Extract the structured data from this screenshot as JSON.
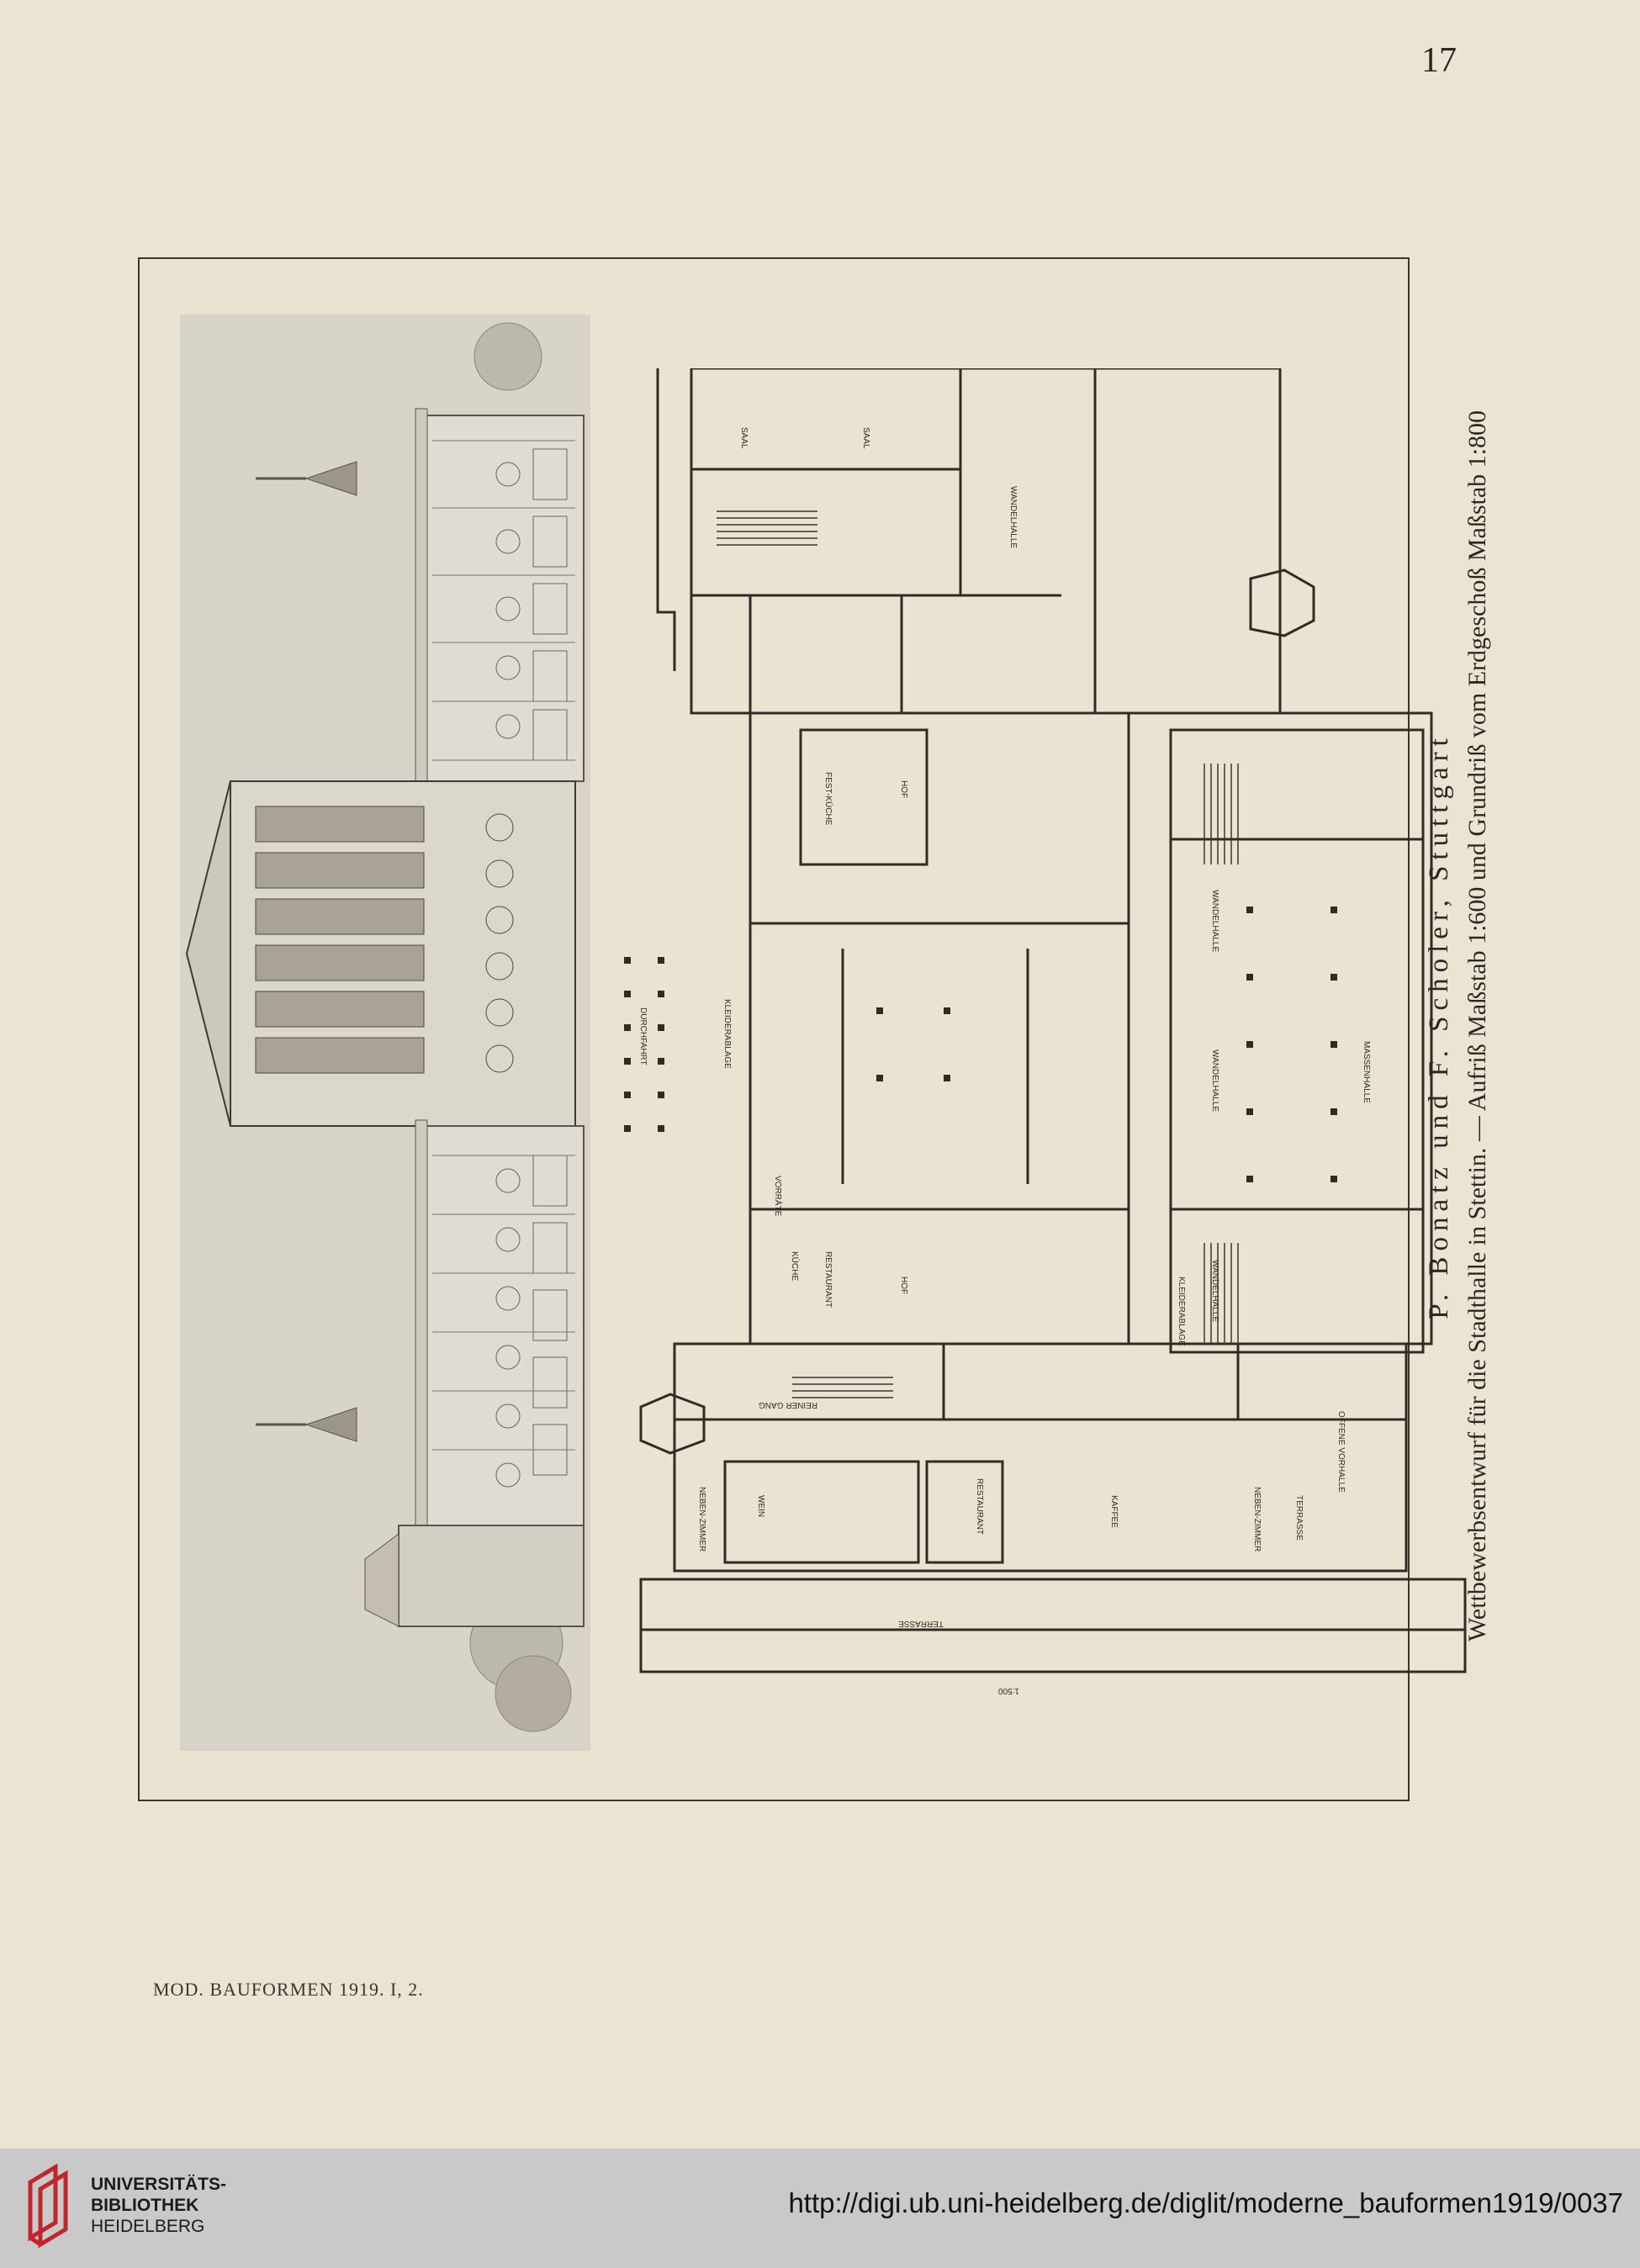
{
  "page": {
    "number": "17",
    "footer_ref": "MOD. BAUFORMEN 1919. I, 2."
  },
  "caption": {
    "title": "P. Bonatz und F. Scholer, Stuttgart",
    "subtitle": "Wettbewerbsentwurf für die Stadthalle in Stettin. — Aufriß Maßstab 1:600 und Grundriß vom Erdgeschoß Maßstab 1:800"
  },
  "plan_labels": {
    "saal_1": "SAAL",
    "saal_2": "SAAL",
    "wandelhalle_1": "WANDELHALLE",
    "wandelhalle_2": "WANDELHALLE",
    "wandelhalle_3": "WANDELHALLE",
    "wandelhalle_4": "WANDELHALLE",
    "massenhalle": "MASSENHALLE",
    "hof_1": "HOF",
    "hof_2": "HOF",
    "festkueche": "FEST-KÜCHE",
    "kueche": "KÜCHE",
    "restaurant_1": "RESTAURANT",
    "restaurant_2": "RESTAURANT",
    "wein": "WEIN",
    "kaffee": "KAFFEE",
    "terrasse_1": "TERRASSE",
    "terrasse_2": "TERRASSE",
    "durchfahrt": "DURCHFAHRT",
    "kleiderablage_1": "KLEIDERABLAGE",
    "kleiderablage_2": "KLEIDERABLAGE",
    "nebenzimmer_1": "NEBEN-ZIMMER",
    "nebenzimmer_2": "NEBEN-ZIMMER",
    "offene_vorhalle": "OFFENE VORHALLE",
    "vorraete": "VORRÄTE",
    "reiner_gang": "REINER GANG",
    "scale_note": "1:500"
  },
  "library": {
    "line1": "UNIVERSITÄTS-",
    "line2": "BIBLIOTHEK",
    "line3": "HEIDELBERG",
    "url": "http://digi.ub.uni-heidelberg.de/diglit/moderne_bauformen1919/0037",
    "brand_color": "#c0272d"
  }
}
